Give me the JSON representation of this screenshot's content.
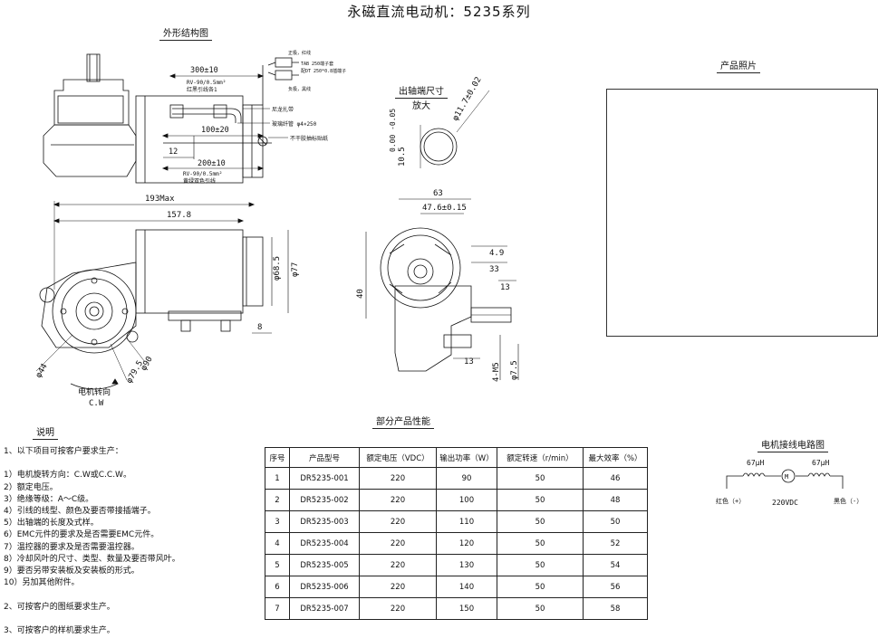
{
  "title": "永磁直流电动机：5235系列",
  "sections": {
    "outline": "外形结构图",
    "shaft": "出轴端尺寸",
    "shaft_sub": "放大",
    "photo": "产品照片",
    "notes": "说明",
    "performance": "部分产品性能",
    "wiring": "电机接线电路图"
  },
  "drawing_labels": {
    "dim_300": "300±10",
    "wire_red": "RV-90/0.5mm²",
    "wire_red2": "红黑引线各1",
    "dim_100": "100±20",
    "dim_12": "12",
    "dim_200": "200±10",
    "wire_yg": "RV-90/0.5mm²",
    "wire_yg2": "黄绿双色引线",
    "pos": "正极，红线",
    "term": "TAB 250端子套",
    "term2": "配DT 250*0.8插端子",
    "neg": "负极，黑线",
    "tie": "尼龙扎带",
    "sleeve": "玻璃纤管 φ4×250",
    "label": "不干胶抽标贴纸",
    "dim_193": "193Max",
    "dim_157": "157.8",
    "dim_685": "φ68.5",
    "dim_77": "φ77",
    "dim_8": "8",
    "dim_44": "φ44",
    "dim_795": "φ79.5",
    "dim_90": "φ90",
    "rotation": "电机转向",
    "rotation_dir": "C.W",
    "shaft_117": "φ11.7±0.02",
    "shaft_105": "10.5",
    "shaft_tol": "0.00 -0.05",
    "dim_63": "63",
    "dim_476": "47.6±0.15",
    "dim_49": "4.9",
    "dim_33": "33",
    "dim_13a": "13",
    "dim_40": "40",
    "dim_13b": "13",
    "dim_m5": "4-M5",
    "dim_75": "φ7.5"
  },
  "notes": [
    "1、以下项目可按客户要求生产：",
    "",
    "1）电机旋转方向：C.W或C.C.W。",
    "2）额定电压。",
    "3）绝缘等级：A～C级。",
    "4）引线的线型、颜色及要否带接插端子。",
    "5）出轴端的长度及式样。",
    "6）EMC元件的要求及是否需要EMC元件。",
    "7）温控器的要求及是否需要温控器。",
    "8）冷却风叶的尺寸、类型、数量及要否带风叶。",
    "9）要否另带安装板及安装板的形式。",
    "10）另加其他附件。",
    "",
    "2、可按客户的图纸要求生产。",
    "",
    "3、可按客户的样机要求生产。"
  ],
  "table": {
    "headers": [
      "序号",
      "产品型号",
      "额定电压（VDC）",
      "输出功率（W）",
      "额定转速（r/min）",
      "最大效率（%）"
    ],
    "rows": [
      [
        "1",
        "DR5235-001",
        "220",
        "90",
        "50",
        "46"
      ],
      [
        "2",
        "DR5235-002",
        "220",
        "100",
        "50",
        "48"
      ],
      [
        "3",
        "DR5235-003",
        "220",
        "110",
        "50",
        "50"
      ],
      [
        "4",
        "DR5235-004",
        "220",
        "120",
        "50",
        "52"
      ],
      [
        "5",
        "DR5235-005",
        "220",
        "130",
        "50",
        "54"
      ],
      [
        "6",
        "DR5235-006",
        "220",
        "140",
        "50",
        "56"
      ],
      [
        "7",
        "DR5235-007",
        "220",
        "150",
        "50",
        "58"
      ]
    ]
  },
  "wiring": {
    "ind_left": "67μH",
    "ind_right": "67μH",
    "motor": "M",
    "red": "红色（+）",
    "black": "黑色（-）",
    "voltage": "220VDC"
  }
}
